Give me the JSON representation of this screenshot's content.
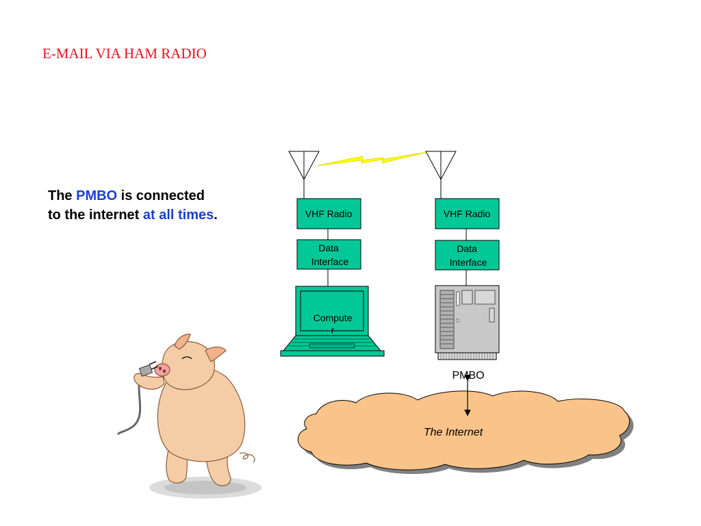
{
  "title": "E-MAIL VIA HAM RADIO",
  "statement": {
    "part1": "The ",
    "highlight1": "PMBO",
    "part2": " is connected",
    "part3": "to the internet ",
    "highlight2": "at all times",
    "part4": "."
  },
  "diagram": {
    "left_station": {
      "radio_label": "VHF Radio",
      "interface_line1": "Data",
      "interface_line2": "Interface",
      "computer_line1": "Compute",
      "computer_line2": "r"
    },
    "right_station": {
      "radio_label": "VHF Radio",
      "interface_line1": "Data",
      "interface_line2": "Interface",
      "server_label": "PMBO"
    },
    "cloud_label": "The Internet"
  },
  "colors": {
    "title": "#e8101c",
    "highlight": "#1c3fd0",
    "box_fill": "#00c896",
    "cloud_fill": "#f9c38a",
    "radio_link": "#ffff00"
  },
  "icons": [
    "antenna-icon",
    "lightning-link-icon",
    "laptop-icon",
    "server-icon",
    "cloud-icon",
    "pig-with-plug-icon"
  ]
}
